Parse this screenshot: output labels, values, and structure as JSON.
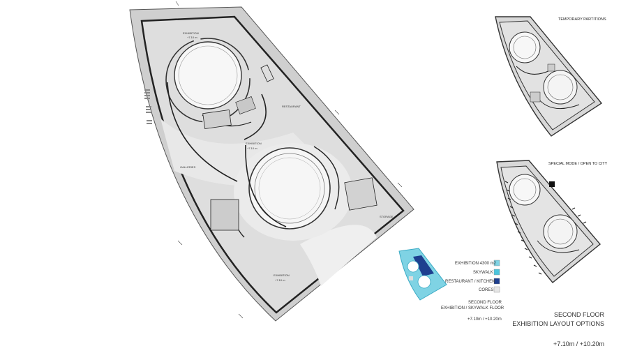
{
  "main_plan": {
    "rooms": [
      {
        "name": "EXHIBITION",
        "level": "+7.10 m"
      },
      {
        "name": "RESTAURANT",
        "level": ""
      },
      {
        "name": "EXHIBITION",
        "level": "+7.10 m"
      },
      {
        "name": "GALLERIES",
        "level": ""
      },
      {
        "name": "EXHIBITION",
        "level": "+7.10 m"
      },
      {
        "name": "STORAGE",
        "level": ""
      }
    ]
  },
  "options": {
    "top_label": "TEMPORARY PARTITIONS",
    "bottom_label": "SPECIAL MODE / OPEN TO CITY"
  },
  "legend": {
    "items": [
      {
        "label": "EXHIBITION 4300 m2",
        "color": "#7fd3e4"
      },
      {
        "label": "SKYWALK",
        "color": "#4cc4dc"
      },
      {
        "label": "RESTAURANT / KITCHEN",
        "color": "#1e3f8f"
      },
      {
        "label": "CORES",
        "color": "#dedede"
      }
    ],
    "caption_line1": "SECOND FLOOR",
    "caption_line2": "EXHIBITION / SKYWALK FLOOR",
    "caption_levels": "+7.10m / +10.20m"
  },
  "title": {
    "line1": "SECOND FLOOR",
    "line2": "EXHIBITION LAYOUT OPTIONS",
    "levels": "+7.10m / +10.20m"
  },
  "colors": {
    "floor": "#dcdcdc",
    "wall": "#333333",
    "atrium": "#f6f6f6"
  }
}
